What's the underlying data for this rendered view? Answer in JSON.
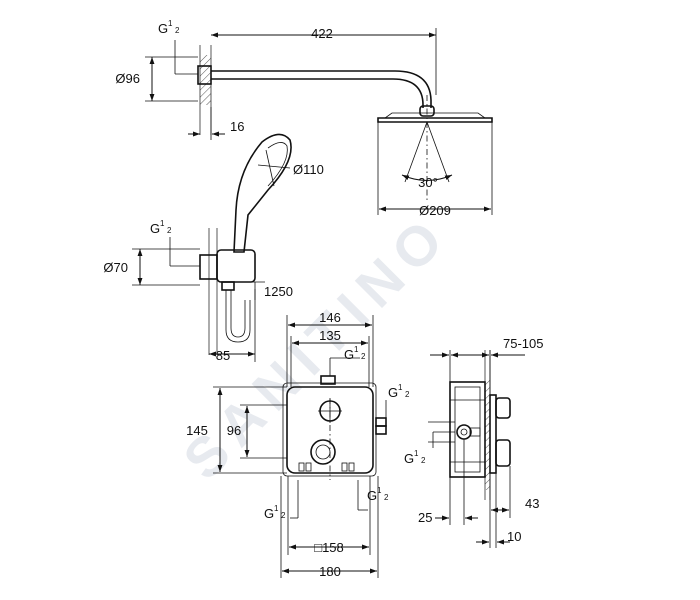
{
  "watermark": "SANITINO",
  "labels": {
    "arm_length": "422",
    "flange_diameter": "Ø96",
    "g_top": "G",
    "wall_gap": "16",
    "handshower_diameter": "Ø110",
    "head_angle": "30°",
    "head_diameter": "Ø209",
    "g_outlet": "G",
    "outlet_diameter": "Ø70",
    "hose_length": "1250",
    "outlet_depth": "85",
    "plate_width_146": "146",
    "plate_width_135": "135",
    "g_plate_top": "G",
    "g_plate_right": "G",
    "plate_height_145": "145",
    "plate_height_96": "96",
    "g_bottom_left": "G",
    "g_bottom_right": "G",
    "box_square": "□158",
    "box_width": "180",
    "install_depth": "75-105",
    "g_side": "G",
    "side_25": "25",
    "side_43": "43",
    "side_10": "10"
  },
  "fraction": {
    "num": "1",
    "den": "2"
  }
}
